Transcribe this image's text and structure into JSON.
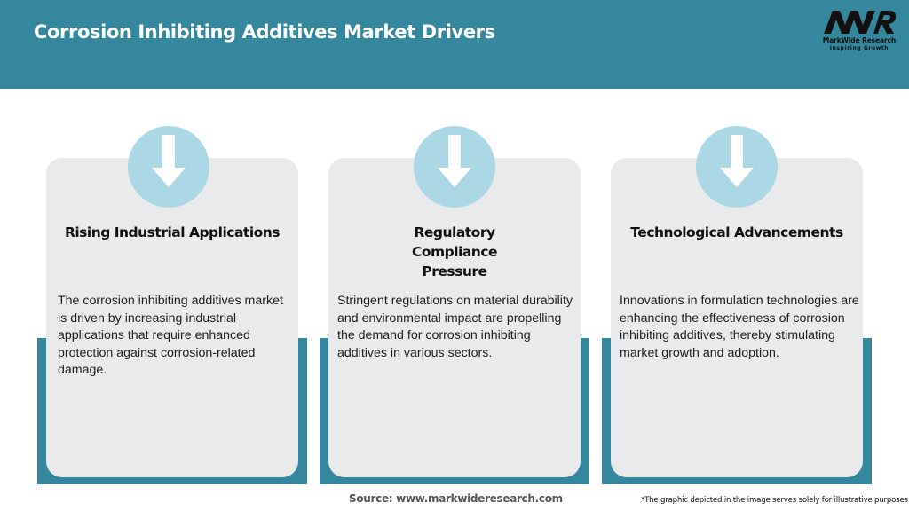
{
  "header": {
    "title": "Corrosion Inhibiting Additives Market Drivers",
    "background_color": "#35879e"
  },
  "logo": {
    "mark": "MWR",
    "name": "MarkWide Research",
    "tagline": "Inspiring Growth"
  },
  "cards": [
    {
      "icon": "arrow-down-icon",
      "title": "Rising Industrial Applications",
      "body": "The corrosion inhibiting additives market is driven by increasing industrial applications that require enhanced protection against corrosion-related damage."
    },
    {
      "icon": "arrow-down-icon",
      "title": "Regulatory Compliance Pressure",
      "body": "Stringent regulations on material durability and environmental impact are propelling the demand for corrosion inhibiting additives in various sectors."
    },
    {
      "icon": "arrow-down-icon",
      "title": "Technological Advancements",
      "body": "Innovations in formulation technologies are enhancing the effectiveness of corrosion inhibiting additives, thereby stimulating market growth and adoption."
    }
  ],
  "colors": {
    "accent_teal": "#35879e",
    "card_grey": "#e8eaec",
    "circle_blue": "#acd8e5"
  },
  "footer": {
    "source": "Source: www.markwideresearch.com",
    "disclaimer": "*The graphic depicted in the image serves solely for illustrative purposes"
  }
}
